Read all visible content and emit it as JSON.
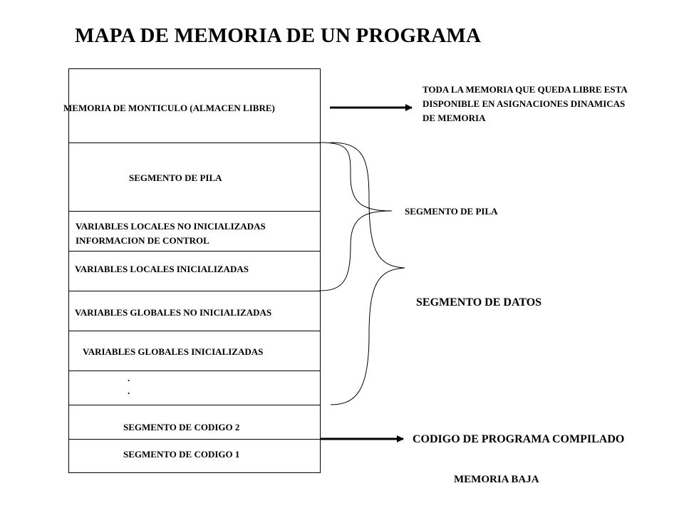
{
  "title": "MAPA DE MEMORIA DE UN PROGRAMA",
  "memory_blocks": [
    {
      "label": "MEMORIA DE MONTICULO (ALMACEN LIBRE)"
    },
    {
      "label": "SEGMENTO DE PILA"
    },
    {
      "lines": [
        "VARIABLES LOCALES NO INICIALIZADAS",
        "INFORMACION DE CONTROL"
      ]
    },
    {
      "label": "VARIABLES LOCALES INICIALIZADAS"
    },
    {
      "label": "VARIABLES GLOBALES NO INICIALIZADAS"
    },
    {
      "label": "VARIABLES GLOBALES INICIALIZADAS"
    },
    {
      "lines": [
        ".",
        "."
      ]
    },
    {
      "label": "SEGMENTO DE CODIGO 2"
    },
    {
      "label": "SEGMENTO DE CODIGO 1"
    }
  ],
  "annotations": {
    "heap_note": [
      "TODA LA MEMORIA QUE QUEDA LIBRE ESTA",
      "DISPONIBLE EN ASIGNACIONES DINAMICAS",
      "DE MEMORIA"
    ],
    "stack_segment": "SEGMENTO DE PILA",
    "data_segment": "SEGMENTO DE DATOS",
    "compiled_code": "CODIGO DE PROGRAMA COMPILADO",
    "low_memory": "MEMORIA BAJA"
  }
}
